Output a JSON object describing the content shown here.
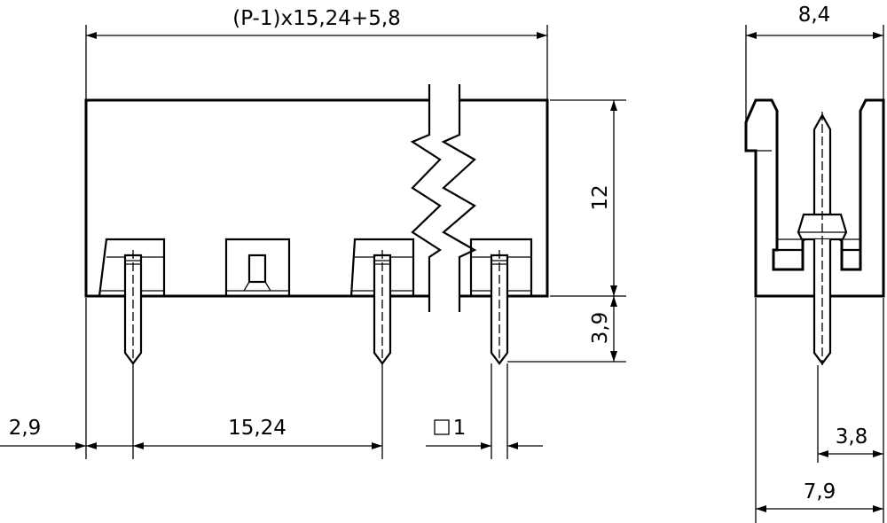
{
  "dimensions": {
    "total_length": "(P-1)x15,24+5,8",
    "depth_top": "8,4",
    "body_height": "12",
    "pin_length": "3,9",
    "edge_offset": "2,9",
    "pitch": "15,24",
    "pin_square": "1",
    "pin_offset_side": "3,8",
    "depth_bottom": "7,9"
  }
}
